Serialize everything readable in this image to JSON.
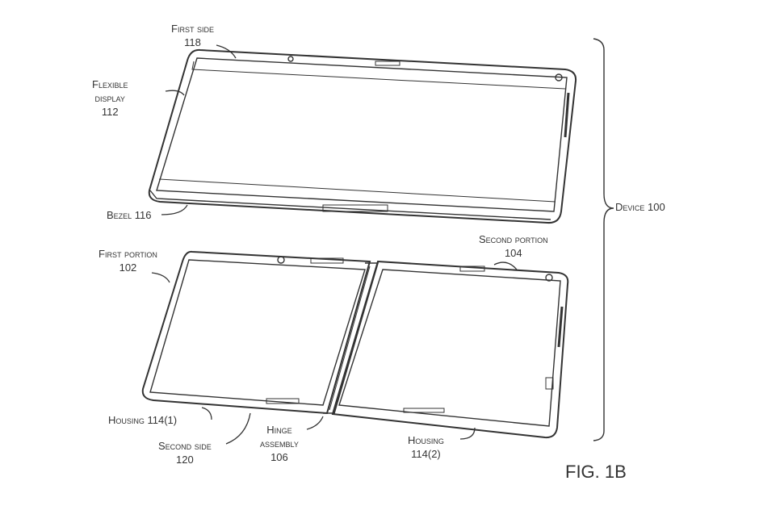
{
  "labels": {
    "first_side": "First side",
    "first_side_num": "118",
    "flexible_display": "Flexible",
    "flexible_display_2": "display",
    "flexible_display_num": "112",
    "bezel": "Bezel 116",
    "first_portion": "First portion",
    "first_portion_num": "102",
    "second_portion": "Second portion",
    "second_portion_num": "104",
    "device": "Device 100",
    "housing_1": "Housing 114(1)",
    "second_side": "Second side",
    "second_side_num": "120",
    "hinge": "Hinge",
    "hinge_2": "assembly",
    "hinge_num": "106",
    "housing_2": "Housing",
    "housing_2_num": "114(2)"
  },
  "figure_label": "FIG. 1B",
  "colors": {
    "line": "#333333",
    "background": "#ffffff"
  }
}
